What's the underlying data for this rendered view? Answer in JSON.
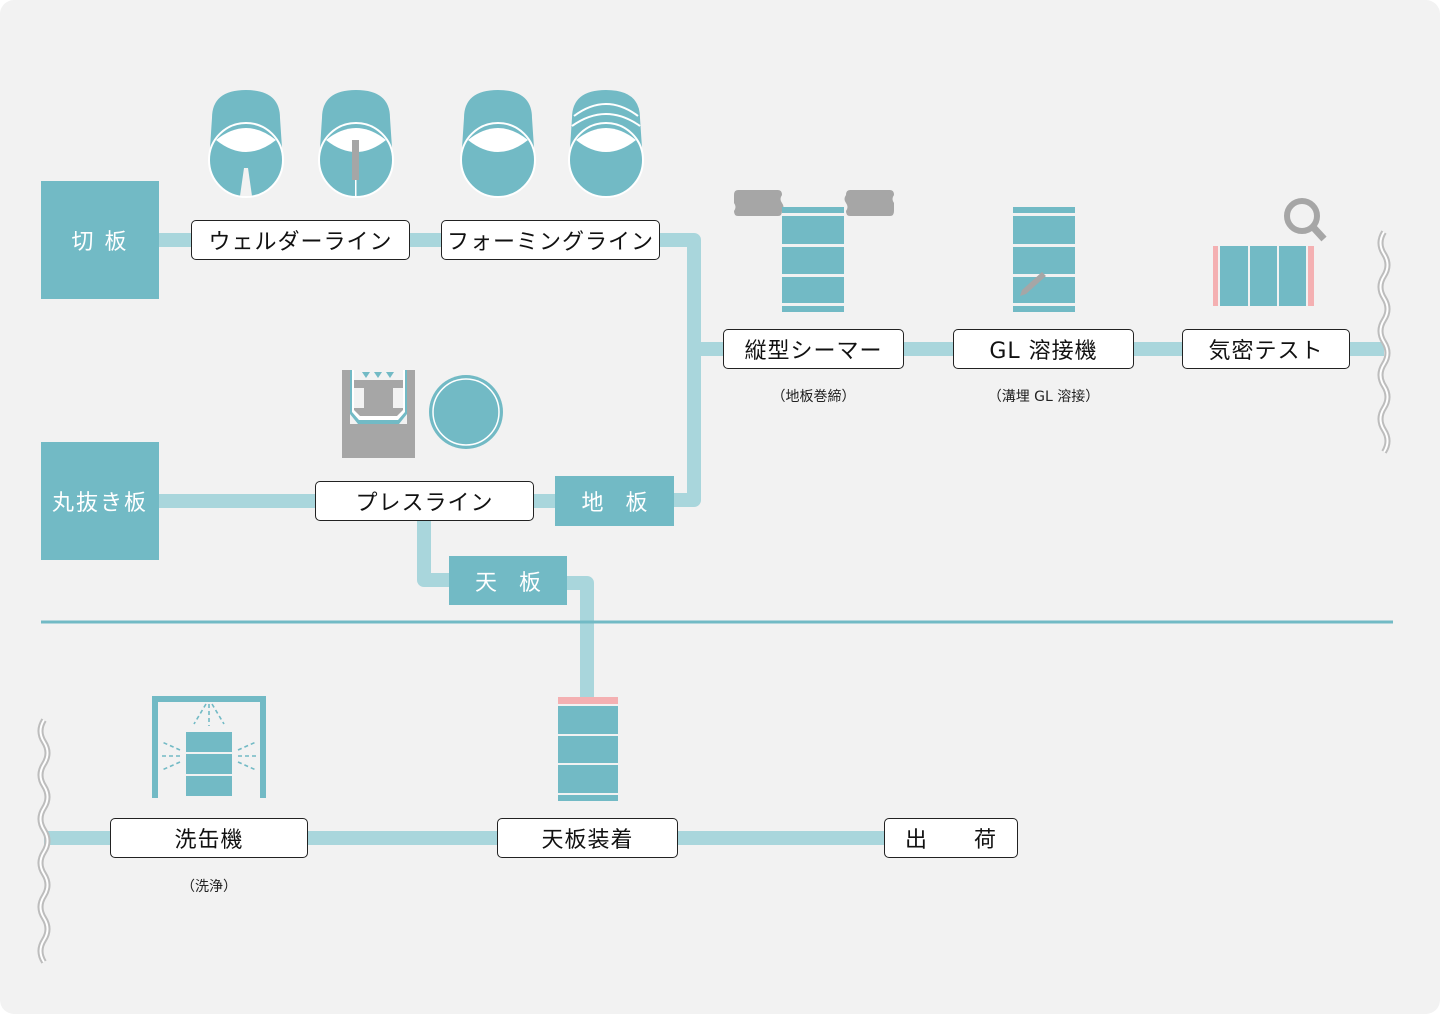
{
  "colors": {
    "background": "#f2f2f2",
    "teal": "#72bac5",
    "pipe": "#a9d6dc",
    "gray": "#a6a6a6",
    "pink": "#f4b0b2",
    "label_border": "#222222"
  },
  "sources": {
    "cut_plate": "切 板",
    "round_blank": "丸抜き板"
  },
  "processes": {
    "welder_line": "ウェルダーライン",
    "forming_line": "フォーミングライン",
    "press_line": "プレスライン",
    "vertical_seamer": "縦型シーマー",
    "gl_welder": "GL 溶接機",
    "airtight_test": "気密テスト",
    "can_washer": "洗缶機",
    "top_fitting": "天板装着",
    "shipping": "出　　荷"
  },
  "parts": {
    "bottom_plate": "地　板",
    "top_plate": "天　板"
  },
  "sublabels": {
    "vertical_seamer": "（地板巻締）",
    "gl_welder": "（溝埋 GL 溶接）",
    "can_washer": "（洗浄）"
  },
  "icons": [
    "open-cylinder-icon",
    "welded-cylinder-icon",
    "formed-cylinder-icon",
    "ribbed-cylinder-icon",
    "press-machine-icon",
    "round-plate-icon",
    "seamer-drum-icon",
    "welded-drum-icon",
    "inspection-drum-icon",
    "magnifier-icon",
    "washing-booth-icon",
    "capped-drum-icon",
    "wavy-break-icon"
  ]
}
